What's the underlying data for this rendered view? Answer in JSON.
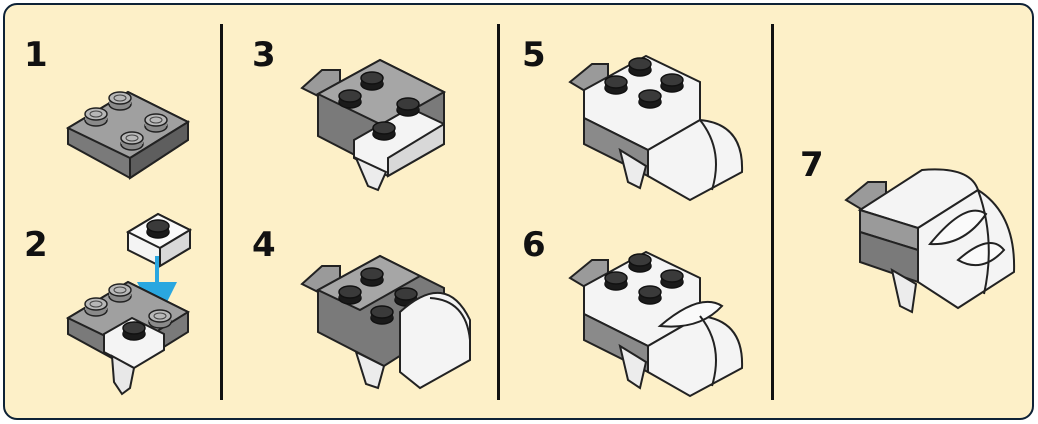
{
  "steps": [
    {
      "number": "1"
    },
    {
      "number": "2"
    },
    {
      "number": "3"
    },
    {
      "number": "4"
    },
    {
      "number": "5"
    },
    {
      "number": "6"
    },
    {
      "number": "7"
    }
  ],
  "colors": {
    "background": "#fdf0c8",
    "border": "#0e2236",
    "dark_gray_brick": "#7a7a7a",
    "light_gray_brick": "#b9b9b9",
    "white_brick": "#f7f7f7",
    "black_stud": "#1a1a1a",
    "arrow": "#2aa7e0"
  }
}
